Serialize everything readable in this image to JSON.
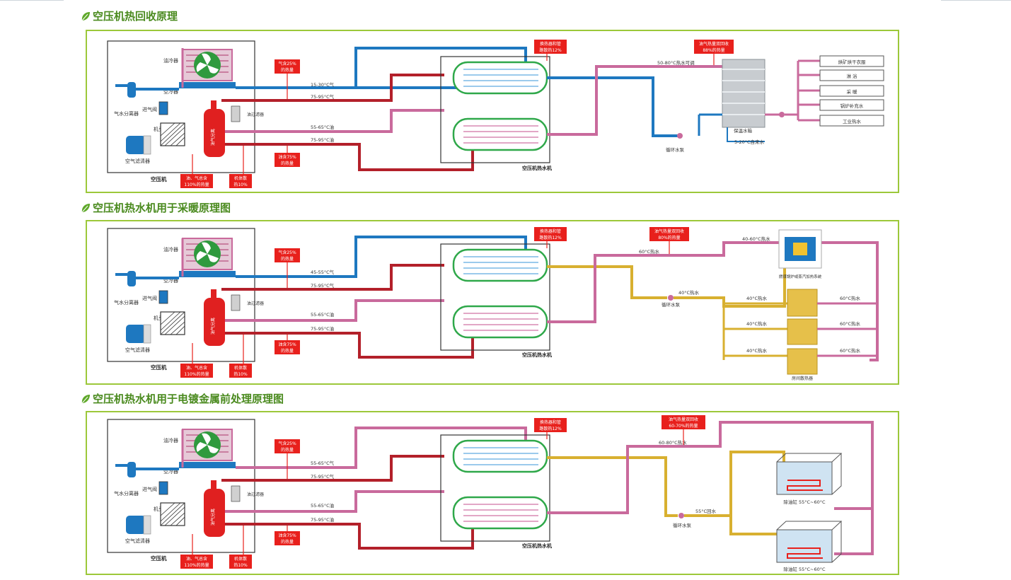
{
  "sections": [
    {
      "title": "空压机热回收原理",
      "compressor": {
        "unit_label": "空压机",
        "oil_cooler": "油冷器",
        "air_cooler": "空冷器",
        "separator": "气水分离器",
        "intake_valve": "进气阀",
        "head": "机头",
        "air_filter": "空气滤清器",
        "tank_label": "油气分离",
        "oil_filter": "油过滤器"
      },
      "heater": {
        "label": "空压机热水机"
      },
      "pipes": {
        "gas_in": "15-30°C气",
        "gas_hot": "75-95°C气",
        "oil_cool": "55-65°C油",
        "oil_hot": "75-95°C油"
      },
      "callouts": {
        "gas_pct": "气含25%的热量",
        "oil_pct": "油含75%的热量",
        "oil_gas_total": "油、气总含110%的热量",
        "body_loss": "机体散热10%",
        "hx_loss": "换热器和管路散热12%",
        "recovery": "油气热量双回收88%的热量"
      },
      "right": {
        "hot_water": "50-80°C热水可调",
        "tank": "保温水箱",
        "pump": "循环水泵",
        "cold_water": "5-20°C自来水",
        "uses": [
          "烘矿烘干衣服",
          "淋 浴",
          "采 暖",
          "锅炉补充水",
          "工业热水"
        ]
      }
    },
    {
      "title": "空压机热水机用于采暖原理图",
      "compressor": {
        "unit_label": "空压机",
        "oil_cooler": "油冷器",
        "air_cooler": "空冷器",
        "separator": "气水分离器",
        "intake_valve": "进气阀",
        "head": "机头",
        "air_filter": "空气滤清器",
        "tank_label": "油气分离",
        "oil_filter": "油过滤器"
      },
      "heater": {
        "label": "空压机热水机"
      },
      "pipes": {
        "gas_in": "45-55°C气",
        "gas_hot": "75-95°C气",
        "oil_cool": "55-65°C油",
        "oil_hot": "75-95°C油"
      },
      "callouts": {
        "gas_pct": "气含25%的热量",
        "oil_pct": "油含75%的热量",
        "oil_gas_total": "油、气总含110%的热量",
        "body_loss": "机体散热10%",
        "hx_loss": "换热器和管路散热12%",
        "recovery": "油气热量双回收80%的热量"
      },
      "right": {
        "hot_water": "60°C热水",
        "return_water": "40°C热水",
        "pump": "循环水泵",
        "boiler_supply": "40-60°C热水",
        "boiler": "燃煤锅炉或蒸汽加热系统",
        "rad_in": "40°C热水",
        "rad_out": "60°C热水",
        "radiators": "房间散热器"
      }
    },
    {
      "title": "空压机热水机用于电镀金属前处理原理图",
      "compressor": {
        "unit_label": "空压机",
        "oil_cooler": "油冷器",
        "air_cooler": "空冷器",
        "separator": "气水分离器",
        "intake_valve": "进气阀",
        "head": "机头",
        "air_filter": "空气滤清器",
        "tank_label": "油气分离",
        "oil_filter": "油过滤器"
      },
      "heater": {
        "label": "空压机热水机"
      },
      "pipes": {
        "gas_in": "55-65°C气",
        "gas_hot": "75-95°C气",
        "oil_cool": "55-65°C油",
        "oil_hot": "75-95°C油"
      },
      "callouts": {
        "gas_pct": "气含25%的热量",
        "oil_pct": "油含75%的热量",
        "oil_gas_total": "油、气总含110%的热量",
        "body_loss": "机体散热10%",
        "hx_loss": "换热器和管路散热12%",
        "recovery": "油气热量双回收60-70%的热量"
      },
      "right": {
        "hot_water": "60-80°C热水",
        "return_water": "55°C回水",
        "pump": "循环水泵",
        "tank_a": "除油缸 55°C~60°C",
        "tank_b": "除油缸 55°C~60°C"
      }
    }
  ],
  "colors": {
    "frame": "#9cc83a",
    "title": "#4a8a1e",
    "hot": "#b3202a",
    "warm": "#c96a9c",
    "cold": "#1e78c0",
    "yellow": "#d8b030",
    "callout": "#e8201c"
  }
}
